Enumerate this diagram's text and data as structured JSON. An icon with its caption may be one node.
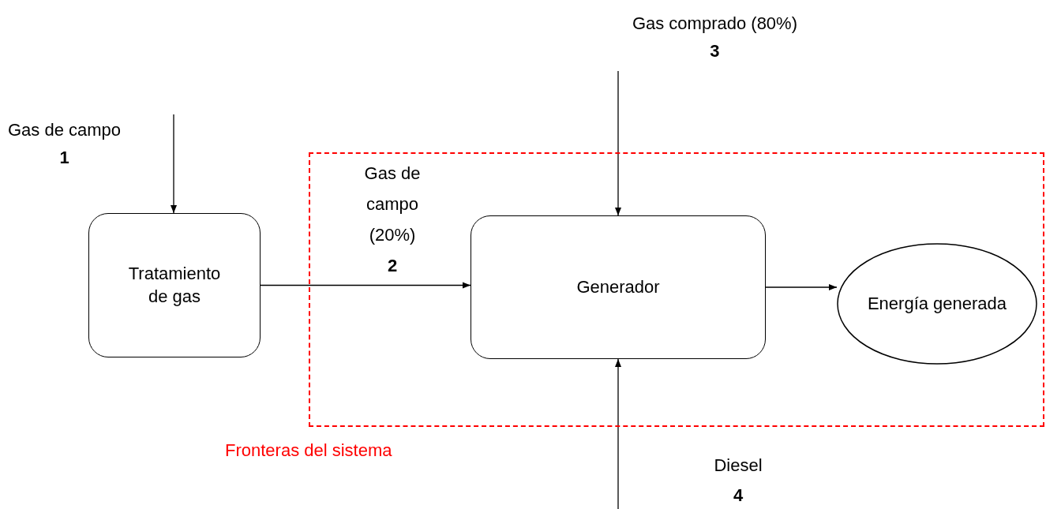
{
  "diagram": {
    "nodes": [
      {
        "text": [
          "Gas de campo",
          "1"
        ]
      },
      {
        "text": [
          "Tratamiento de gas"
        ]
      },
      {
        "text": [
          "Gas comprado (80%)",
          "3"
        ]
      },
      {
        "text": [
          "Fronteras del sistema"
        ]
      },
      {
        "text": [
          "Generador"
        ],
        "in": 3
      },
      {
        "text": [
          "Energía generada"
        ],
        "in": 3
      }
    ],
    "edges": [
      {
        "from": 0,
        "to": 1,
        "arrow": "to"
      },
      {
        "from": 1,
        "to": 4,
        "arrow": "to",
        "label": "Gas de campo (20%) **2**"
      },
      {
        "from": 2,
        "to": 4,
        "arrow": "to"
      },
      {
        "from": null,
        "to": 4,
        "arrow": "to"
      },
      {
        "from": 4,
        "to": 5,
        "arrow": "to"
      }
    ],
    "labels": [
      "Diesel",
      "4"
    ]
  }
}
